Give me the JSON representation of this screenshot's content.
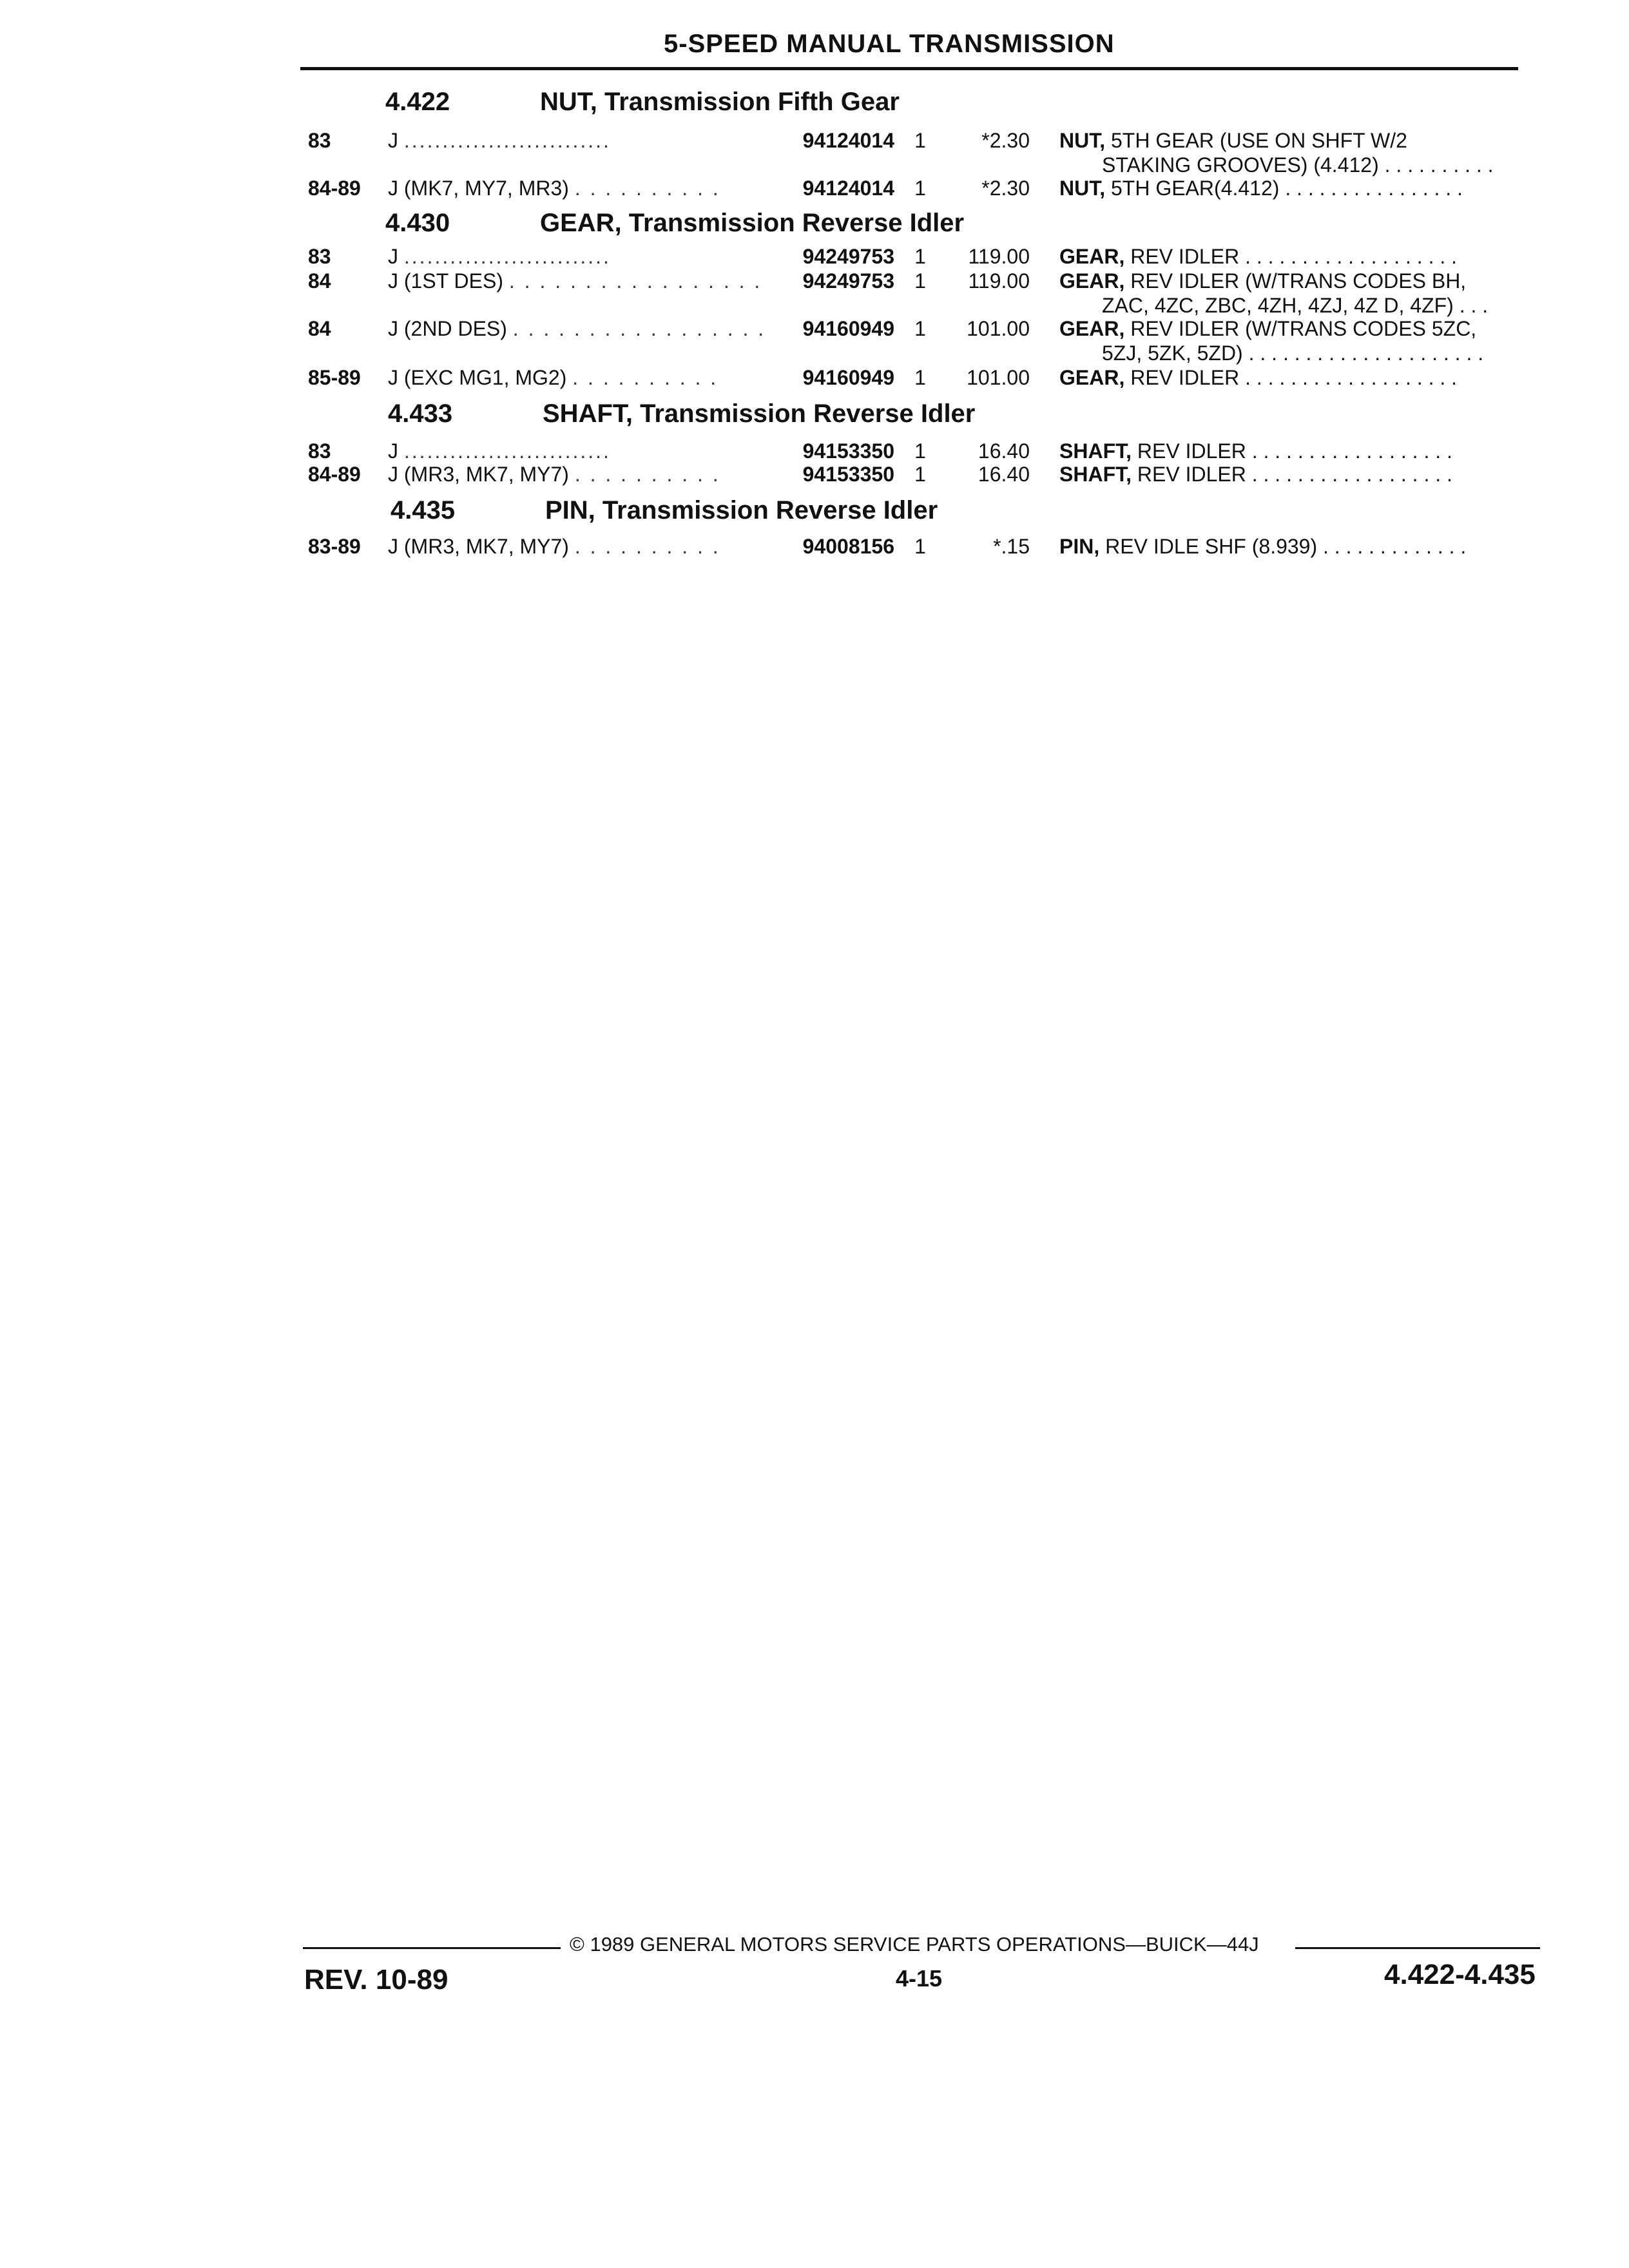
{
  "header": {
    "title": "5-SPEED MANUAL TRANSMISSION"
  },
  "sections": [
    {
      "number": "4.422",
      "title": "NUT, Transmission Fifth Gear",
      "rows": [
        {
          "years": "83",
          "application": "J",
          "leader": "...........................",
          "part_number": "94124014",
          "qty": "1",
          "price": "*2.30",
          "desc_kw": "NUT,",
          "desc": " 5TH GEAR (USE ON SHFT W/2",
          "desc_cont": "STAKING GROOVES) (4.412) . . . . . . . . . ."
        },
        {
          "years": "84-89",
          "application": "J (MK7, MY7, MR3)",
          "leader": ". . . . . . . . . .",
          "part_number": "94124014",
          "qty": "1",
          "price": "*2.30",
          "desc_kw": "NUT,",
          "desc": " 5TH GEAR(4.412) . . . . . . . . . . . . . . . .",
          "desc_cont": ""
        }
      ]
    },
    {
      "number": "4.430",
      "title": "GEAR, Transmission Reverse Idler",
      "rows": [
        {
          "years": "83",
          "application": "J",
          "leader": "...........................",
          "part_number": "94249753",
          "qty": "1",
          "price": "119.00",
          "desc_kw": "GEAR,",
          "desc": " REV IDLER . . . . . . . . . . . . . . . . . . .",
          "desc_cont": ""
        },
        {
          "years": "84",
          "application": "J (1ST DES)",
          "leader": ". . . . . . . . . . . . . . . . .",
          "part_number": "94249753",
          "qty": "1",
          "price": "119.00",
          "desc_kw": "GEAR,",
          "desc": " REV IDLER (W/TRANS CODES BH,",
          "desc_cont": "ZAC, 4ZC, ZBC, 4ZH, 4ZJ, 4Z D, 4ZF) . . ."
        },
        {
          "years": "84",
          "application": "J (2ND DES)",
          "leader": ". . . . . . . . . . . . . . . . .",
          "part_number": "94160949",
          "qty": "1",
          "price": "101.00",
          "desc_kw": "GEAR,",
          "desc": " REV IDLER (W/TRANS CODES 5ZC,",
          "desc_cont": "5ZJ, 5ZK, 5ZD) . . . . . . . . . . . . . . . . . . . . ."
        },
        {
          "years": "85-89",
          "application": "J (EXC MG1, MG2)",
          "leader": ". . . . . . . . . .",
          "part_number": "94160949",
          "qty": "1",
          "price": "101.00",
          "desc_kw": "GEAR,",
          "desc": " REV IDLER . . . . . . . . . . . . . . . . . . .",
          "desc_cont": ""
        }
      ]
    },
    {
      "number": "4.433",
      "title": "SHAFT, Transmission Reverse Idler",
      "rows": [
        {
          "years": "83",
          "application": "J",
          "leader": "...........................",
          "part_number": "94153350",
          "qty": "1",
          "price": "16.40",
          "desc_kw": "SHAFT,",
          "desc": " REV IDLER . . . . . . . . . . . . . . . . . .",
          "desc_cont": ""
        },
        {
          "years": "84-89",
          "application": "J (MR3, MK7, MY7)",
          "leader": ". . . . . . . . . .",
          "part_number": "94153350",
          "qty": "1",
          "price": "16.40",
          "desc_kw": "SHAFT,",
          "desc": " REV IDLER . . . . . . . . . . . . . . . . . .",
          "desc_cont": ""
        }
      ]
    },
    {
      "number": "4.435",
      "title": "PIN, Transmission Reverse Idler",
      "rows": [
        {
          "years": "83-89",
          "application": "J (MR3, MK7, MY7)",
          "leader": ". . . . . . . . . .",
          "part_number": "94008156",
          "qty": "1",
          "price": "*.15",
          "desc_kw": "PIN,",
          "desc": " REV IDLE SHF (8.939) . . . . . . . . . . . . .",
          "desc_cont": ""
        }
      ]
    }
  ],
  "footer": {
    "copyright": "© 1989 GENERAL MOTORS SERVICE PARTS OPERATIONS—BUICK—44J",
    "page_number": "4-15",
    "revision": "REV. 10-89",
    "section_range": "4.422-4.435"
  }
}
